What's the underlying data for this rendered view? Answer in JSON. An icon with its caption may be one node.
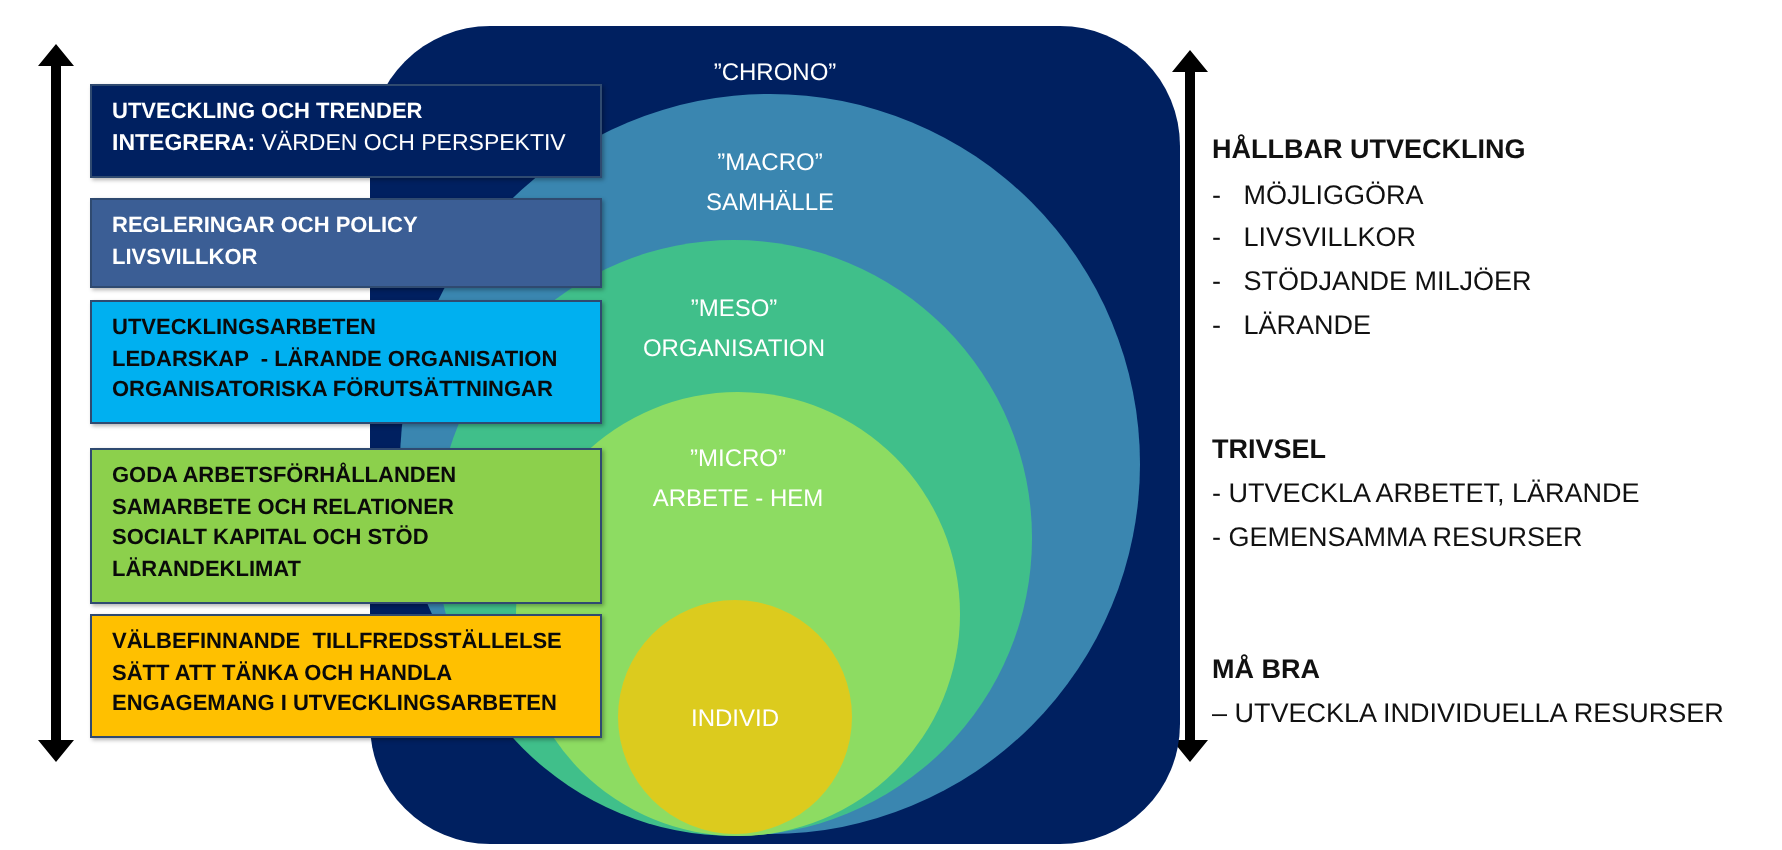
{
  "diagram": {
    "nodes": [
      {
        "text": [
          "”CHRONO”"
        ]
      },
      {
        "text": [
          "”MACRO”",
          "SAMHÄLLE"
        ],
        "in": 0
      },
      {
        "text": [
          "”MESO”",
          "ORGANISATION"
        ],
        "in": 1
      },
      {
        "text": [
          "”MICRO”",
          "ARBETE - HEM"
        ],
        "in": 2
      },
      {
        "text": [
          "INDIVID"
        ],
        "in": 3
      },
      {
        "text": [
          "UTVECKLING OCH TRENDER",
          "**INTEGRERA:** VÄRDEN OCH PERSPEKTIV"
        ]
      },
      {
        "text": [
          "REGLERINGAR OCH POLICY",
          "LIVSVILLKOR"
        ]
      },
      {
        "text": [
          "UTVECKLINGSARBETEN",
          "LEDARSKAP  - LÄRANDE ORGANISATION",
          "ORGANISATORISKA FÖRUTSÄTTNINGAR"
        ]
      },
      {
        "text": [
          "GODA ARBETSFÖRHÅLLANDEN",
          "SAMARBETE OCH RELATIONER",
          "SOCIALT KAPITAL OCH STÖD",
          "LÄRANDEKLIMAT"
        ]
      },
      {
        "text": [
          "VÄLBEFINNANDE  TILLFREDSSTÄLLELSE",
          "SÄTT ATT TÄNKA OCH HANDLA",
          "ENGAGEMANG I UTVECKLINGSARBETEN"
        ]
      }
    ],
    "labels": [
      "HÅLLBAR UTVECKLING",
      "-   MÖJLIGGÖRA",
      "-   LIVSVILLKOR",
      "-   STÖDJANDE MILJÖER",
      "-   LÄRANDE",
      "TRIVSEL",
      "- UTVECKLA ARBETET, LÄRANDE",
      "- GEMENSAMMA RESURSER",
      "MÅ BRA",
      "– UTVECKLA INDIVIDUELLA RESURSER"
    ]
  }
}
